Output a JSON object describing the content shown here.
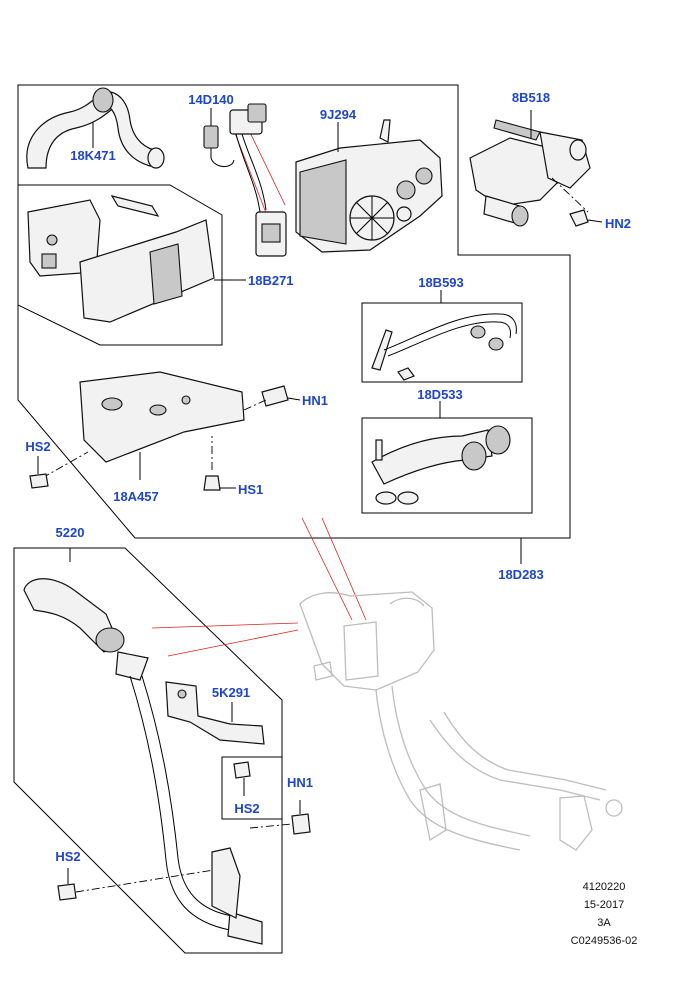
{
  "callouts": {
    "c14D140": "14D140",
    "c9J294": "9J294",
    "c8B518": "8B518",
    "c18K471": "18K471",
    "cHN2": "HN2",
    "c18B271": "18B271",
    "c18B593": "18B593",
    "cHN1_top": "HN1",
    "c18D533": "18D533",
    "cHS2_top": "HS2",
    "c18A457": "18A457",
    "cHS1": "HS1",
    "c5220": "5220",
    "c18D283": "18D283",
    "c5K291": "5K291",
    "cHN1_low": "HN1",
    "cHS2_mid": "HS2",
    "cHS2_low": "HS2"
  },
  "reference": {
    "line1": "4120220",
    "line2": "15-2017",
    "line3": "3A",
    "line4": "C0249536-02"
  },
  "colors": {
    "callout_text": "#1f45c8",
    "leader_red": "#e02020",
    "frame_line": "#000000"
  }
}
